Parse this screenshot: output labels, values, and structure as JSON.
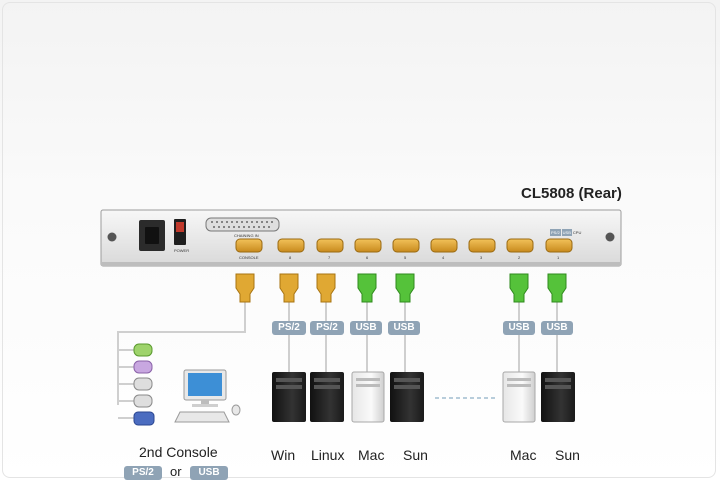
{
  "model_title": "CL5808 (Rear)",
  "panel": {
    "power_label": "POWER",
    "daisy_label": "CHAINING IN",
    "console_label": "CONSOLE",
    "port_numbers": [
      "8",
      "7",
      "6",
      "5",
      "4",
      "3",
      "2",
      "1"
    ],
    "interface_badge": [
      "PS/2",
      "USB",
      "CPU"
    ]
  },
  "cable_tags": [
    "PS/2",
    "PS/2",
    "USB",
    "USB",
    "USB",
    "USB"
  ],
  "computers": [
    "Win",
    "Linux",
    "Mac",
    "Sun",
    "Mac",
    "Sun"
  ],
  "console": {
    "title": "2nd Console",
    "option_a": "PS/2",
    "joiner": "or",
    "option_b": "USB"
  },
  "colors": {
    "ps2_connector": "#e0a833",
    "usb_connector": "#55c23a",
    "tag_fill": "#8fa3b5",
    "cable": "#cfcfcf"
  }
}
